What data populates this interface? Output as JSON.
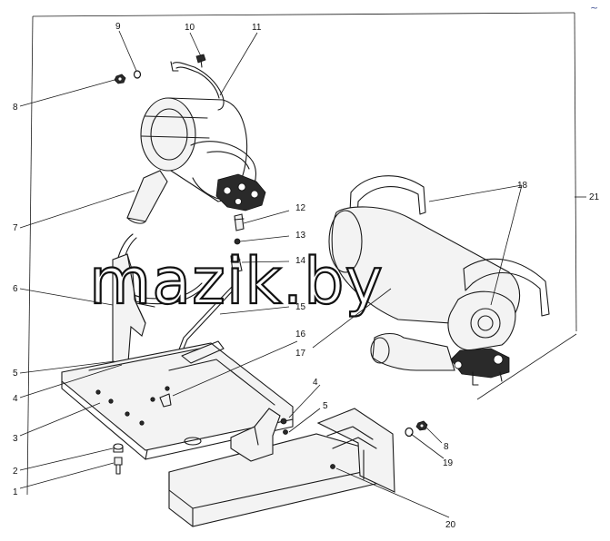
{
  "watermark": "mazik.by",
  "corner_mark": "~",
  "callouts": [
    {
      "id": "c1",
      "text": "1"
    },
    {
      "id": "c2",
      "text": "2"
    },
    {
      "id": "c3",
      "text": "3"
    },
    {
      "id": "c4a",
      "text": "4"
    },
    {
      "id": "c4b",
      "text": "4"
    },
    {
      "id": "c5a",
      "text": "5"
    },
    {
      "id": "c5b",
      "text": "5"
    },
    {
      "id": "c6",
      "text": "6"
    },
    {
      "id": "c7",
      "text": "7"
    },
    {
      "id": "c8a",
      "text": "8"
    },
    {
      "id": "c8b",
      "text": "8"
    },
    {
      "id": "c9",
      "text": "9"
    },
    {
      "id": "c10",
      "text": "10"
    },
    {
      "id": "c11",
      "text": "11"
    },
    {
      "id": "c12",
      "text": "12"
    },
    {
      "id": "c13",
      "text": "13"
    },
    {
      "id": "c14",
      "text": "14"
    },
    {
      "id": "c15",
      "text": "15"
    },
    {
      "id": "c16",
      "text": "16"
    },
    {
      "id": "c17",
      "text": "17"
    },
    {
      "id": "c18",
      "text": "18"
    },
    {
      "id": "c19",
      "text": "19"
    },
    {
      "id": "c20",
      "text": "20"
    },
    {
      "id": "c21",
      "text": "21"
    }
  ]
}
